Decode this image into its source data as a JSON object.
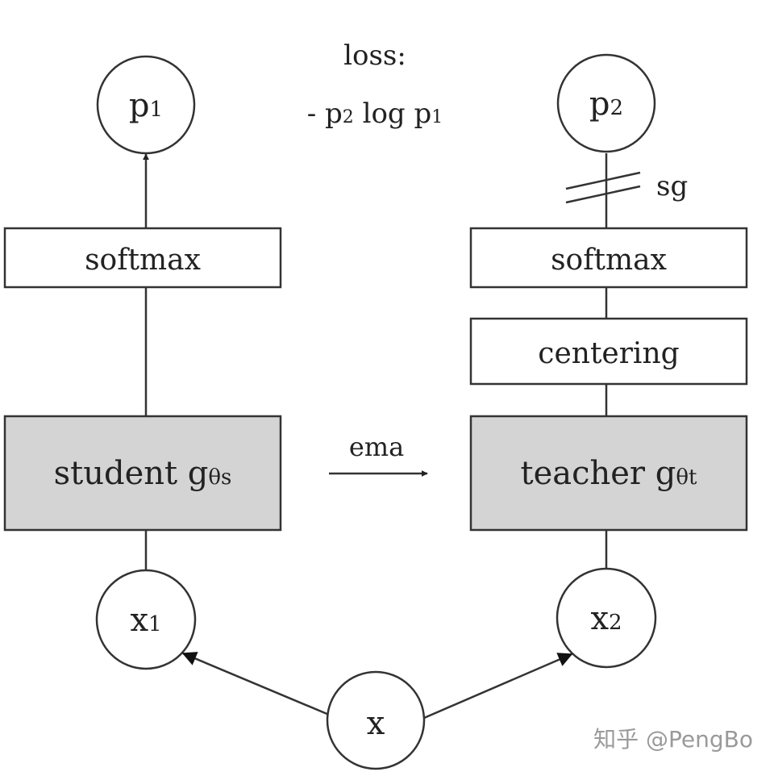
{
  "loss": {
    "title": "loss:",
    "prefix": "- p",
    "p2_sub": "2",
    "middle": " log p",
    "p1_sub": "1"
  },
  "student": {
    "output_main": "p",
    "output_sub": "1",
    "softmax": "softmax",
    "network_main": "student g",
    "network_sub": "θs",
    "input_main": "x",
    "input_sub": "1"
  },
  "teacher": {
    "output_main": "p",
    "output_sub": "2",
    "stop_grad": "sg",
    "softmax": "softmax",
    "centering": "centering",
    "network_main": "teacher g",
    "network_sub": "θt",
    "input_main": "x",
    "input_sub": "2"
  },
  "ema": "ema",
  "source": "x",
  "watermark": "知乎 @PengBo"
}
